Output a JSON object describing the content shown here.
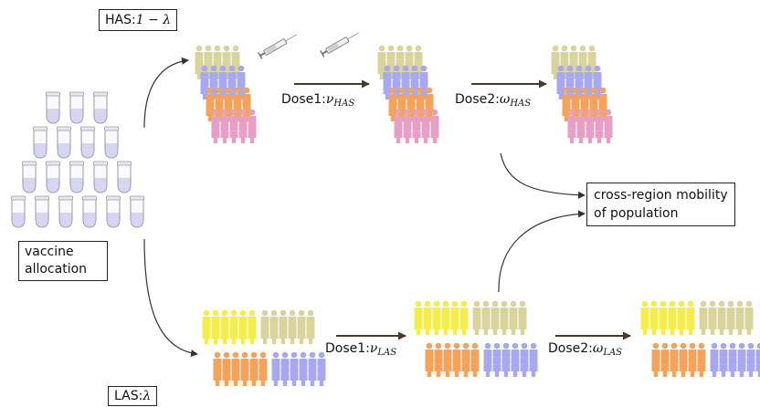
{
  "labels": {
    "has": {
      "prefix": "HAS:",
      "expr": "1 − λ"
    },
    "las": {
      "prefix": "LAS:",
      "expr": "λ"
    },
    "vaccine_allocation": [
      "vaccine",
      "allocation"
    ],
    "has_dose1": {
      "prefix": "Dose1:",
      "symbol": "ν",
      "sub": "HAS"
    },
    "has_dose2": {
      "prefix": "Dose2:",
      "symbol": "ω",
      "sub": "HAS"
    },
    "las_dose1": {
      "prefix": "Dose1:",
      "symbol": "ν",
      "sub": "LAS"
    },
    "las_dose2": {
      "prefix": "Dose2:",
      "symbol": "ω",
      "sub": "LAS"
    },
    "mobility": [
      "cross-region mobility",
      "of population"
    ]
  },
  "colors": {
    "khaki": "#d8d49c",
    "lavender": "#a8a8f0",
    "orange": "#f5a25a",
    "pink": "#e6a0c8",
    "yellow": "#f5ee4a",
    "vial_liquid": "#d6d6f2",
    "arrow": "#4a3a2a"
  },
  "groups": [
    {
      "name": "has-population-initial",
      "rows": [
        "khaki",
        "lavender",
        "orange",
        "pink"
      ]
    },
    {
      "name": "has-population-dose1",
      "rows": [
        "khaki",
        "lavender",
        "orange",
        "pink"
      ]
    },
    {
      "name": "has-population-dose2",
      "rows": [
        "khaki",
        "lavender",
        "orange",
        "pink"
      ]
    },
    {
      "name": "las-population-initial",
      "rows": [
        "yellow",
        "khaki",
        "orange",
        "lavender"
      ]
    },
    {
      "name": "las-population-dose1",
      "rows": [
        "yellow",
        "khaki",
        "orange",
        "lavender"
      ]
    },
    {
      "name": "las-population-dose2",
      "rows": [
        "yellow",
        "khaki",
        "orange",
        "lavender"
      ]
    }
  ],
  "icons": [
    "vaccine-vial-icon",
    "syringe-icon",
    "person-icon"
  ]
}
